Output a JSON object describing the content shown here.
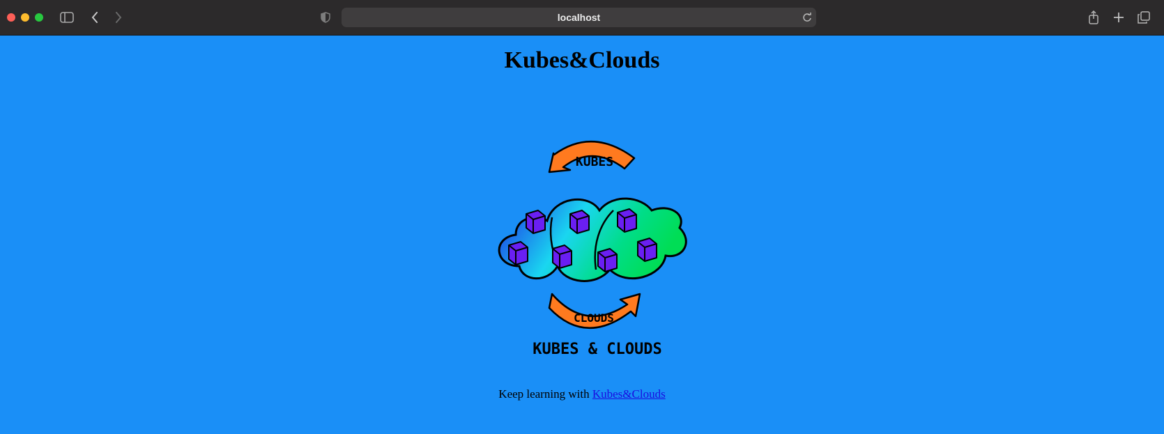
{
  "browser": {
    "url": "localhost",
    "icons": [
      "close-button",
      "minimize-button",
      "zoom-button",
      "sidebar-icon",
      "back-icon",
      "forward-icon",
      "privacy-shield-icon",
      "reload-icon",
      "share-icon",
      "new-tab-icon",
      "tab-overview-icon"
    ]
  },
  "page": {
    "title": "Kubes&Clouds",
    "logo": {
      "top_arrow_text": "KUBES",
      "bottom_arrow_text": "CLOUDS",
      "caption": "KUBES & CLOUDS",
      "colors": {
        "arrow": "#ff7a1f",
        "cube": "#6a1ff2",
        "cloud_left": "#1d29e6",
        "cloud_mid": "#1ad6f0",
        "cloud_right": "#00dd55"
      }
    },
    "footer": {
      "text": "Keep learning with ",
      "link_label": "Kubes&Clouds"
    }
  },
  "colors": {
    "background": "#1a8ff7",
    "toolbar": "#2c2a2b"
  }
}
